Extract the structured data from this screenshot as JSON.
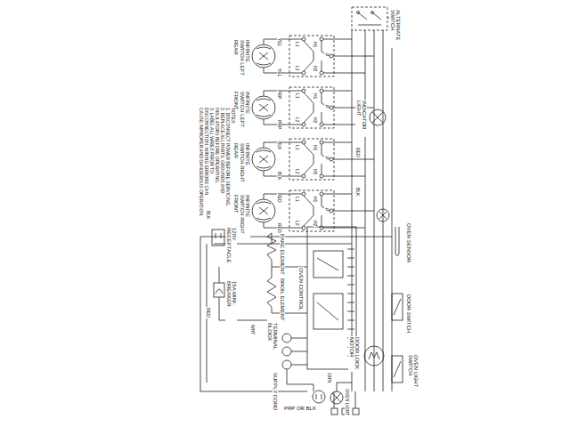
{
  "diagram": {
    "labels": [
      "ALTERNATE SWITCH",
      "INFINITE SWITCH LEFT REAR",
      "YEL",
      "YEL",
      "L1",
      "L2",
      "H1",
      "H2",
      "P",
      "INFINITE SWITCH LEFT FRONT",
      "PRP",
      "PRP",
      "L1",
      "L2",
      "H1",
      "H2",
      "P",
      "INFINITE SWITCH RIGHT REAR",
      "BLK",
      "BLK",
      "L1",
      "L2",
      "H1",
      "H2",
      "P",
      "INFINITE SWITCH RIGHT FRONT",
      "RED",
      "RED",
      "L1",
      "L2",
      "H1",
      "H2",
      "P",
      "INDICATOR LIGHT",
      "RED",
      "BLK",
      "NOTES:",
      "1. DISCONNECT POWER BEFORE SERVICING.",
      "2. REPLACE ALL PARTS, GROUNDS AND",
      "INSULATORS BEFORE OPERATING.",
      "3. LABEL ALL WIRES PRIOR TO",
      "DISCONNECTION. WIRING ERRORS CAN",
      "CAUSE IMPROPER AND DANGEROUS OPERATION.",
      "120V RECEPTACLE",
      "15A MINI-BREAKER",
      "BLK",
      "RED",
      "WHT",
      "BAKE ELEMENT",
      "BROIL ELEMENT",
      "OVEN CONTROL",
      "TERMINAL BLOCK",
      "SUPPLY CORD",
      "GRN",
      "DOOR LOCK MOTOR",
      "DOOR SWITCH",
      "OVEN LIGHT SWITCH",
      "OVEN SENSOR",
      "OVEN LIGHT",
      "PRP OR BLK"
    ]
  }
}
